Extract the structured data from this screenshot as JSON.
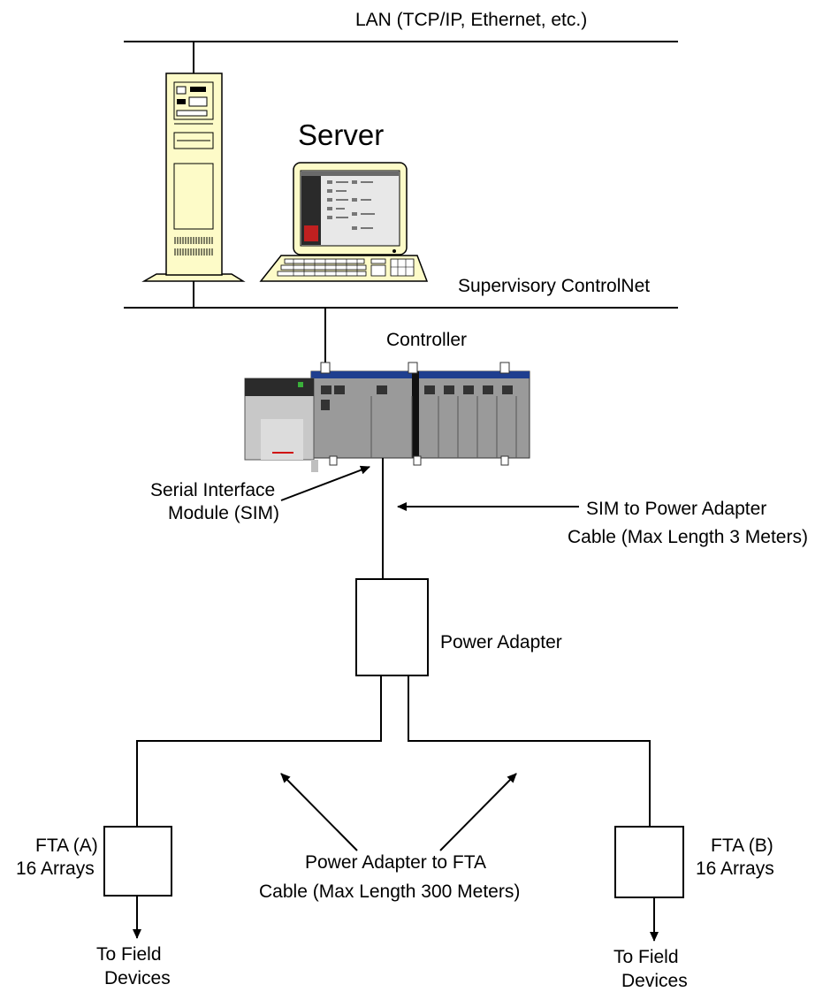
{
  "labels": {
    "lan": "LAN (TCP/IP, Ethernet, etc.)",
    "server": "Server",
    "supervisory": "Supervisory ControlNet",
    "controller": "Controller",
    "sim_line1": "Serial Interface",
    "sim_line2": "Module (SIM)",
    "sim_cable_line1": "SIM to Power Adapter",
    "sim_cable_line2": "Cable (Max Length 3 Meters)",
    "power_adapter": "Power Adapter",
    "fta_a_line1": "FTA (A)",
    "fta_a_line2": "16 Arrays",
    "fta_b_line1": "FTA (B)",
    "fta_b_line2": "16 Arrays",
    "pa_cable_line1": "Power Adapter to FTA",
    "pa_cable_line2": "Cable (Max Length 300 Meters)",
    "field_a_line1": "To Field",
    "field_a_line2": "Devices",
    "field_b_line1": "To Field",
    "field_b_line2": "Devices"
  },
  "colors": {
    "line": "#000000",
    "tower": "#fdfbc8",
    "monitor": "#fdfbc8",
    "controller_body": "#9a9a9a",
    "controller_bar": "#1f3f8f"
  }
}
